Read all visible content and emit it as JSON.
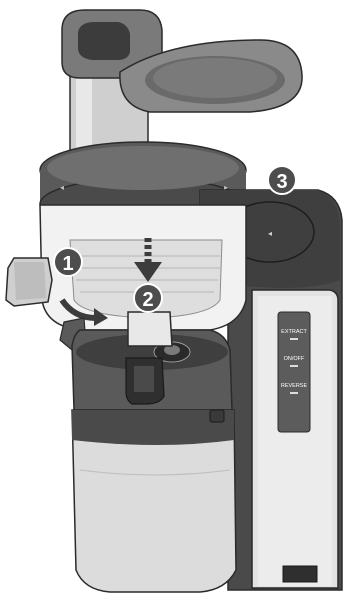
{
  "diagram": {
    "steps": [
      {
        "number": "1",
        "action": "attach-container-and-rotate"
      },
      {
        "number": "2",
        "action": "press-down-into-base"
      },
      {
        "number": "3",
        "action": "lock-lid"
      }
    ],
    "control_panel": {
      "buttons": [
        "EXTRACT",
        "ON/OFF",
        "REVERSE"
      ]
    },
    "colors": {
      "body_dark": "#4a4a4a",
      "body_mid": "#6f6f6f",
      "body_light": "#d9d9d9",
      "badge_fill": "#4d4d4d",
      "badge_text": "#ffffff",
      "outline": "#2b2b2b"
    }
  }
}
